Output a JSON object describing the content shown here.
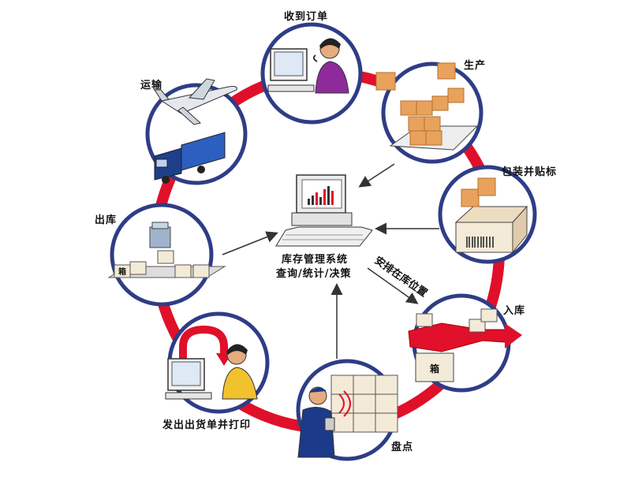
{
  "center": {
    "line1": "库存管理系统",
    "line2": "查询/统计/决策",
    "arrow_label": "安排在库位置"
  },
  "steps": {
    "order": "收到订单",
    "production": "生产",
    "packaging": "包装并贴标",
    "inbound": "入库",
    "inventory": "盘点",
    "shipping_doc": "发出出货单并打印",
    "outbound": "出库",
    "transport": "运输"
  },
  "box_marks": {
    "box_mark": "箱"
  },
  "colors": {
    "ring": "#e0102a",
    "circle_border": "#2e3d86",
    "box": "#e8a25c",
    "box_dark": "#b96e2c",
    "arrow": "#333333"
  }
}
